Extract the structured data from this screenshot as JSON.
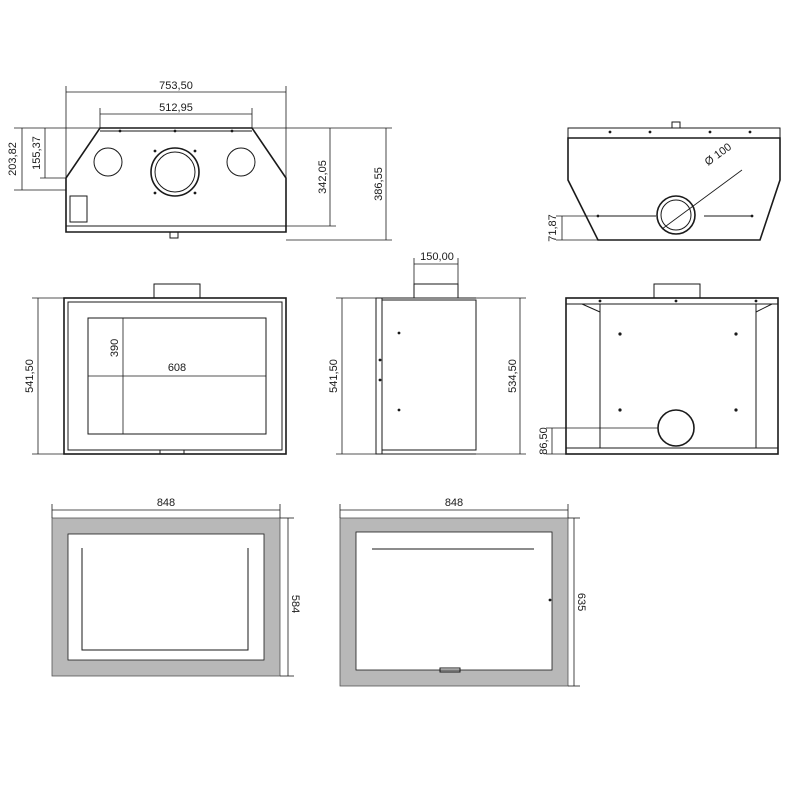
{
  "views": {
    "top": {
      "dim_width_total": "753,50",
      "dim_width_inner": "512,95",
      "dim_height_left_outer": "203,82",
      "dim_height_left_inner": "155,37",
      "dim_height_right_inner": "342,05",
      "dim_height_right_outer": "386,55"
    },
    "top_right": {
      "dim_diameter": "Ø 100",
      "dim_height": "71,87"
    },
    "front": {
      "dim_height": "541,50",
      "dim_glass_height": "390",
      "dim_glass_width": "608"
    },
    "side": {
      "dim_flue_width": "150,00",
      "dim_height_left": "541,50",
      "dim_height_right": "534,50"
    },
    "back": {
      "dim_outlet_height": "86,50"
    },
    "frame_a": {
      "dim_width": "848",
      "dim_height": "584"
    },
    "frame_b": {
      "dim_width": "848",
      "dim_height": "635"
    }
  }
}
